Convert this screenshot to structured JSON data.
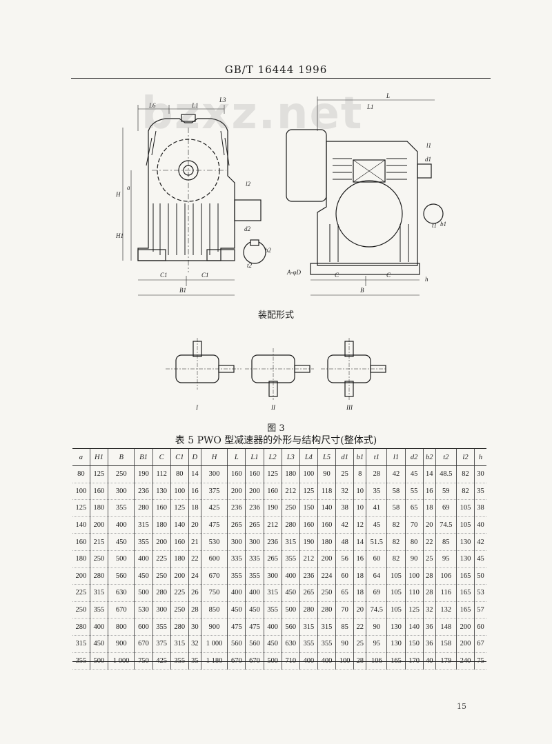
{
  "header": {
    "standard": "GB/T 16444  1996"
  },
  "watermark": "bzxz.net",
  "drawing": {
    "labels": [
      "L6",
      "L1",
      "L3",
      "H",
      "a",
      "H1",
      "l2",
      "d2",
      "t2",
      "b2",
      "C1",
      "C1",
      "B1",
      "L",
      "L1",
      "l1",
      "d1",
      "A-φD",
      "t1",
      "b1",
      "C",
      "C",
      "B",
      "h"
    ],
    "shaft_variants": [
      "I",
      "II",
      "III"
    ]
  },
  "assembly_caption": "装配形式",
  "figure_caption": "图 3",
  "table": {
    "caption": "表 5   PWO 型减速器的外形与结构尺寸(整体式)",
    "headers": [
      "a",
      "H1",
      "B",
      "B1",
      "C",
      "C1",
      "D",
      "H",
      "L",
      "L1",
      "L2",
      "L3",
      "L4",
      "L5",
      "d1",
      "b1",
      "t1",
      "l1",
      "d2",
      "b2",
      "t2",
      "l2",
      "h"
    ],
    "rows": [
      [
        "80",
        "125",
        "250",
        "190",
        "112",
        "80",
        "14",
        "300",
        "160",
        "160",
        "125",
        "180",
        "100",
        "90",
        "25",
        "8",
        "28",
        "42",
        "45",
        "14",
        "48.5",
        "82",
        "30"
      ],
      [
        "100",
        "160",
        "300",
        "236",
        "130",
        "100",
        "16",
        "375",
        "200",
        "200",
        "160",
        "212",
        "125",
        "118",
        "32",
        "10",
        "35",
        "58",
        "55",
        "16",
        "59",
        "82",
        "35"
      ],
      [
        "125",
        "180",
        "355",
        "280",
        "160",
        "125",
        "18",
        "425",
        "236",
        "236",
        "190",
        "250",
        "150",
        "140",
        "38",
        "10",
        "41",
        "58",
        "65",
        "18",
        "69",
        "105",
        "38"
      ],
      [
        "140",
        "200",
        "400",
        "315",
        "180",
        "140",
        "20",
        "475",
        "265",
        "265",
        "212",
        "280",
        "160",
        "160",
        "42",
        "12",
        "45",
        "82",
        "70",
        "20",
        "74.5",
        "105",
        "40"
      ],
      [
        "160",
        "215",
        "450",
        "355",
        "200",
        "160",
        "21",
        "530",
        "300",
        "300",
        "236",
        "315",
        "190",
        "180",
        "48",
        "14",
        "51.5",
        "82",
        "80",
        "22",
        "85",
        "130",
        "42"
      ],
      [
        "180",
        "250",
        "500",
        "400",
        "225",
        "180",
        "22",
        "600",
        "335",
        "335",
        "265",
        "355",
        "212",
        "200",
        "56",
        "16",
        "60",
        "82",
        "90",
        "25",
        "95",
        "130",
        "45"
      ],
      [
        "200",
        "280",
        "560",
        "450",
        "250",
        "200",
        "24",
        "670",
        "355",
        "355",
        "300",
        "400",
        "236",
        "224",
        "60",
        "18",
        "64",
        "105",
        "100",
        "28",
        "106",
        "165",
        "50"
      ],
      [
        "225",
        "315",
        "630",
        "500",
        "280",
        "225",
        "26",
        "750",
        "400",
        "400",
        "315",
        "450",
        "265",
        "250",
        "65",
        "18",
        "69",
        "105",
        "110",
        "28",
        "116",
        "165",
        "53"
      ],
      [
        "250",
        "355",
        "670",
        "530",
        "300",
        "250",
        "28",
        "850",
        "450",
        "450",
        "355",
        "500",
        "280",
        "280",
        "70",
        "20",
        "74.5",
        "105",
        "125",
        "32",
        "132",
        "165",
        "57"
      ],
      [
        "280",
        "400",
        "800",
        "600",
        "355",
        "280",
        "30",
        "900",
        "475",
        "475",
        "400",
        "560",
        "315",
        "315",
        "85",
        "22",
        "90",
        "130",
        "140",
        "36",
        "148",
        "200",
        "60"
      ],
      [
        "315",
        "450",
        "900",
        "670",
        "375",
        "315",
        "32",
        "1 000",
        "560",
        "560",
        "450",
        "630",
        "355",
        "355",
        "90",
        "25",
        "95",
        "130",
        "150",
        "36",
        "158",
        "200",
        "67"
      ],
      [
        "355",
        "500",
        "1 000",
        "750",
        "425",
        "355",
        "35",
        "1 180",
        "670",
        "670",
        "500",
        "710",
        "400",
        "400",
        "100",
        "28",
        "106",
        "165",
        "170",
        "40",
        "179",
        "240",
        "75"
      ]
    ]
  },
  "page_number": "15"
}
